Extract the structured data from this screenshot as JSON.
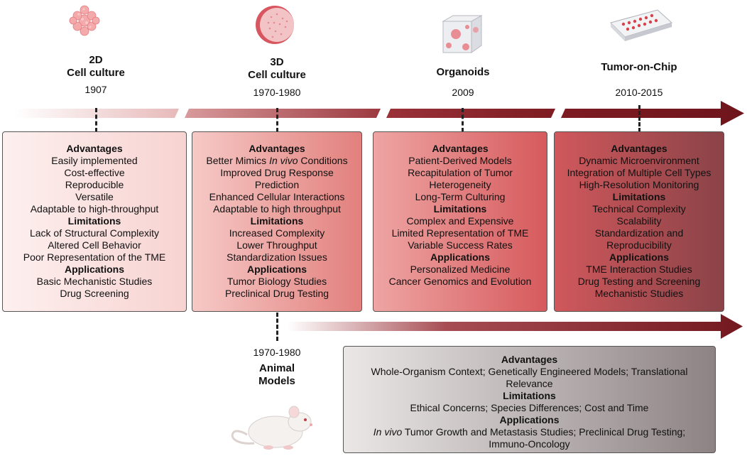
{
  "stages": [
    {
      "title_line1": "2D",
      "title_line2": "Cell culture",
      "year": "1907",
      "advantages_heading": "Advantages",
      "advantages": [
        "Easily implemented",
        "Cost-effective",
        "Reproducible",
        "Versatile",
        "Adaptable to high-throughput"
      ],
      "limitations_heading": "Limitations",
      "limitations": [
        "Lack of Structural Complexity",
        "Altered Cell Behavior",
        "Poor Representation of the TME"
      ],
      "applications_heading": "Applications",
      "applications": [
        "Basic Mechanistic Studies",
        "Drug Screening"
      ]
    },
    {
      "title_line1": "3D",
      "title_line2": "Cell culture",
      "year": "1970-1980",
      "advantages_heading": "Advantages",
      "advantages_first_prefix": "Better Mimics ",
      "advantages_first_italic": "In vivo",
      "advantages_first_suffix": " Conditions",
      "advantages": [
        "Improved Drug Response",
        "Prediction",
        "Enhanced Cellular Interactions",
        "Adaptable to high throughput"
      ],
      "limitations_heading": "Limitations",
      "limitations": [
        "Increased Complexity",
        "Lower Throughput",
        "Standardization Issues"
      ],
      "applications_heading": "Applications",
      "applications": [
        "Tumor Biology Studies",
        "Preclinical Drug Testing"
      ]
    },
    {
      "title_line1": "Organoids",
      "year": "2009",
      "advantages_heading": "Advantages",
      "advantages": [
        "Patient-Derived Models",
        "Recapitulation of Tumor",
        "Heterogeneity",
        "Long-Term Culturing"
      ],
      "limitations_heading": "Limitations",
      "limitations": [
        "Complex and Expensive",
        "Limited Representation of TME",
        "Variable Success Rates"
      ],
      "applications_heading": "Applications",
      "applications": [
        "Personalized Medicine",
        "Cancer Genomics and Evolution"
      ]
    },
    {
      "title_line1": "Tumor-on-Chip",
      "year": "2010-2015",
      "advantages_heading": "Advantages",
      "advantages": [
        "Dynamic Microenvironment",
        "Integration of Multiple Cell Types",
        "High-Resolution Monitoring"
      ],
      "limitations_heading": "Limitations",
      "limitations": [
        "Technical Complexity",
        "Scalability",
        "Standardization and",
        "Reproducibility"
      ],
      "applications_heading": "Applications",
      "applications": [
        "TME Interaction Studies",
        "Drug Testing and Screening",
        "Mechanistic Studies"
      ]
    }
  ],
  "animal": {
    "year": "1970-1980",
    "title_line1": "Animal",
    "title_line2": "Models",
    "advantages_heading": "Advantages",
    "advantages": [
      "Whole-Organism Context; Genetically Engineered Models; Translational",
      "Relevance"
    ],
    "limitations_heading": "Limitations",
    "limitations": [
      "Ethical Concerns; Species Differences; Cost and Time"
    ],
    "applications_heading": "Applications",
    "applications_italic": "In vivo",
    "applications_first_suffix": " Tumor Growth and Metastasis Studies; Preclinical Drug Testing;",
    "applications_second": "Immuno-Oncology"
  },
  "colors": {
    "arrow_dark": "#7b1a1f",
    "arrow_light": "#f3dcdb"
  }
}
